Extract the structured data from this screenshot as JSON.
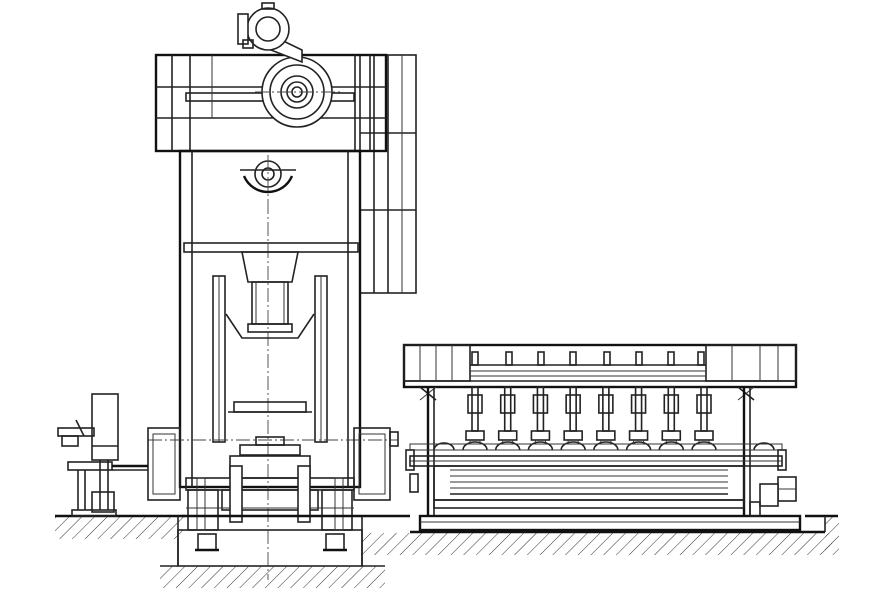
{
  "drawing": {
    "components": [
      "crank-press",
      "flywheel",
      "drive-motor",
      "press-crown",
      "press-frame",
      "slide-ram",
      "die-area",
      "press-bed",
      "press-foundation",
      "side-feeder",
      "side-counterweight-panel",
      "multi-station-transfer-unit",
      "transfer-frame",
      "lifter-column",
      "gripper-bar",
      "conveyor-bed",
      "transfer-drive-motor",
      "floor-line"
    ],
    "lifter_count": 8,
    "style": "line-drawing"
  }
}
